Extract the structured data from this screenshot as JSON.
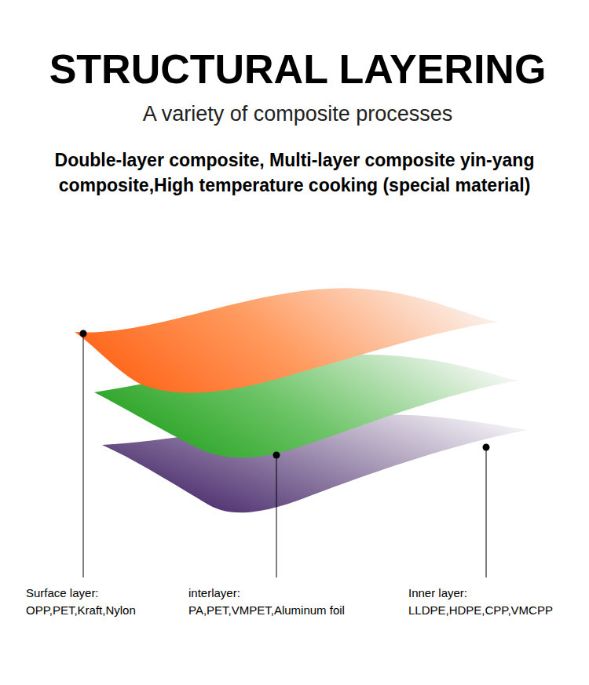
{
  "diagram": {
    "title": "STRUCTURAL LAYERING",
    "labels": [
      "A variety of composite processes",
      "Double-layer composite, Multi-layer composite yin-yang composite,High temperature cooking (special material)",
      "Surface layer:",
      "OPP,PET,Kraft,Nylon",
      "interlayer:",
      "PA,PET,VMPET,Aluminum foil",
      "Inner layer:",
      "LLDPE,HDPE,CPP,VMCPP"
    ]
  }
}
